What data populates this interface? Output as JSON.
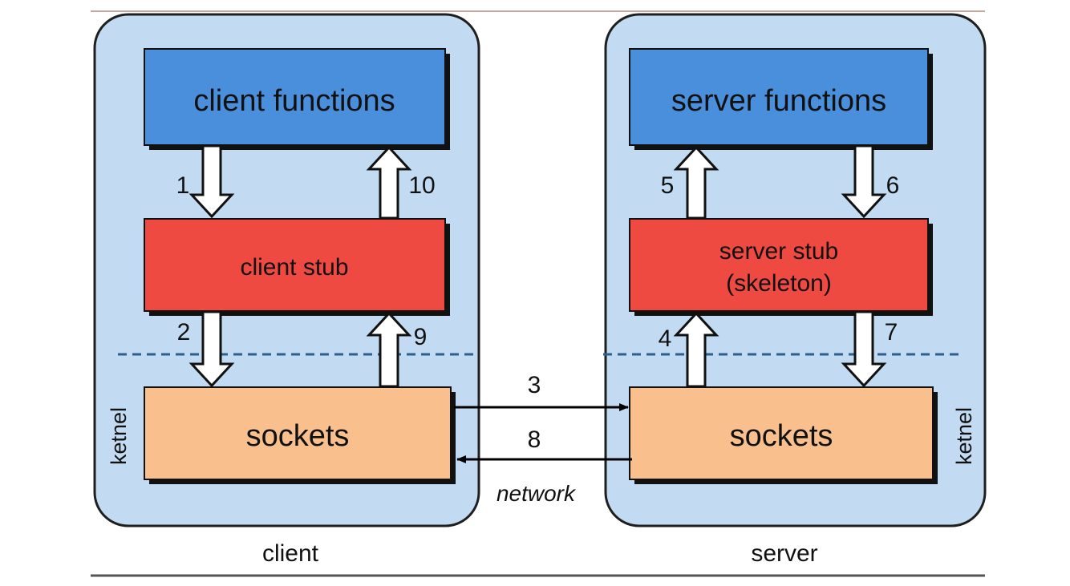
{
  "colors": {
    "panel_fill": "#c2dbf2",
    "panel_stroke": "#1f1f1f",
    "functions_fill": "#4a8fdb",
    "stub_fill": "#ef4a42",
    "sockets_fill": "#f9c08e",
    "dashed_line": "#2f5f8f",
    "rule_top": "#c9a79c",
    "rule_bottom": "#555555"
  },
  "client": {
    "label": "client",
    "side_label": "ketnel",
    "functions": "client functions",
    "stub": "client stub",
    "sockets": "sockets"
  },
  "server": {
    "label": "server",
    "side_label": "ketnel",
    "functions": "server functions",
    "stub_line1": "server stub",
    "stub_line2": "(skeleton)",
    "sockets": "sockets"
  },
  "steps": {
    "s1": "1",
    "s2": "2",
    "s3": "3",
    "s4": "4",
    "s5": "5",
    "s6": "6",
    "s7": "7",
    "s8": "8",
    "s9": "9",
    "s10": "10"
  },
  "network_label": "network"
}
